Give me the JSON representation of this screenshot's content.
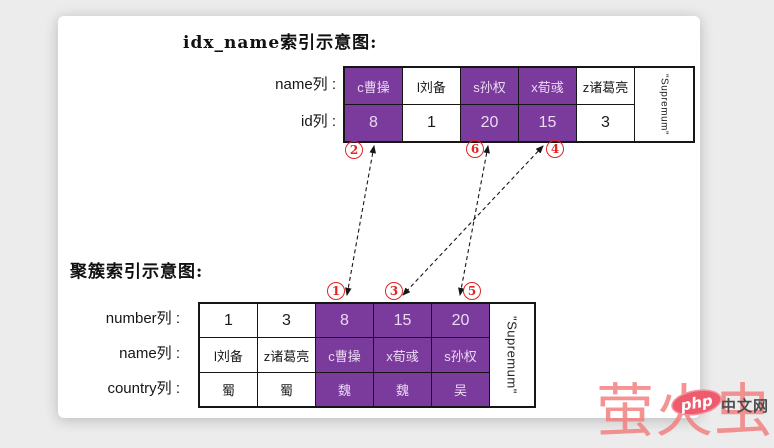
{
  "colors": {
    "purple": "#7a3b9d",
    "red": "#e02525",
    "watermark_pink": "#f17b7b",
    "logo_pink": "#ee5b6d",
    "site_text_color": "#4c4c4c"
  },
  "secondary_index": {
    "title": "idx_name索引示意图:",
    "row_labels": [
      "name列 :",
      "id列 :"
    ],
    "name_cells": [
      {
        "text": "c曹操",
        "highlight": true
      },
      {
        "text": "l刘备",
        "highlight": false
      },
      {
        "text": "s孙权",
        "highlight": true
      },
      {
        "text": "x荀彧",
        "highlight": true
      },
      {
        "text": "z诸葛亮",
        "highlight": false
      }
    ],
    "id_cells": [
      {
        "text": "8",
        "highlight": true
      },
      {
        "text": "1",
        "highlight": false
      },
      {
        "text": "20",
        "highlight": true
      },
      {
        "text": "15",
        "highlight": true
      },
      {
        "text": "3",
        "highlight": false
      }
    ],
    "supremum": "\"Supremum\""
  },
  "clustered_index": {
    "title": "聚簇索引示意图:",
    "row_labels": [
      "number列 :",
      "name列 :",
      "country列 :"
    ],
    "number_cells": [
      {
        "text": "1",
        "highlight": false
      },
      {
        "text": "3",
        "highlight": false
      },
      {
        "text": "8",
        "highlight": true
      },
      {
        "text": "15",
        "highlight": true
      },
      {
        "text": "20",
        "highlight": true
      }
    ],
    "name_cells": [
      {
        "text": "l刘备",
        "highlight": false
      },
      {
        "text": "z诸葛亮",
        "highlight": false
      },
      {
        "text": "c曹操",
        "highlight": true
      },
      {
        "text": "x荀彧",
        "highlight": true
      },
      {
        "text": "s孙权",
        "highlight": true
      }
    ],
    "country_cells": [
      {
        "text": "蜀",
        "highlight": false
      },
      {
        "text": "蜀",
        "highlight": false
      },
      {
        "text": "魏",
        "highlight": true
      },
      {
        "text": "魏",
        "highlight": true
      },
      {
        "text": "吴",
        "highlight": true
      }
    ],
    "supremum": "\"Supremum\""
  },
  "markers": {
    "top": [
      "2",
      "6",
      "4"
    ],
    "bottom": [
      "1",
      "3",
      "5"
    ]
  },
  "connections": [
    {
      "value": "8",
      "top_marker": "2",
      "bottom_marker": "1"
    },
    {
      "value": "20",
      "top_marker": "6",
      "bottom_marker": "5"
    },
    {
      "value": "15",
      "top_marker": "4",
      "bottom_marker": "3"
    }
  ],
  "watermark": {
    "text": "萤火虫",
    "logo_text": "php",
    "site_text": "中文网"
  }
}
